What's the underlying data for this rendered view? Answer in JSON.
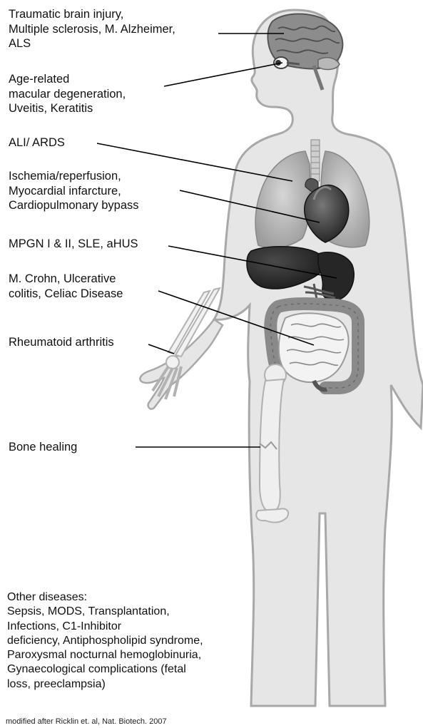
{
  "labels": {
    "brain": [
      "Traumatic brain injury,",
      "Multiple sclerosis, M. Alzheimer,",
      "ALS"
    ],
    "eye": [
      "Age-related",
      "macular degeneration,",
      "Uveitis, Keratitis"
    ],
    "lung": [
      "ALI/ ARDS"
    ],
    "heart": [
      "Ischemia/reperfusion,",
      "Myocardial infarcture,",
      "Cardiopulmonary bypass"
    ],
    "kidney": [
      "MPGN I & II, SLE, aHUS"
    ],
    "gut": [
      "M. Crohn, Ulcerative",
      "colitis, Celiac Disease"
    ],
    "joint": [
      "Rheumatoid arthritis"
    ],
    "bone": [
      "Bone healing"
    ]
  },
  "other_diseases": [
    "Other diseases:",
    "Sepsis, MODS, Transplantation,",
    "Infections, C1-Inhibitor",
    "deficiency, Antiphospholipid syndrome,",
    "Paroxysmal nocturnal hemoglobinuria,",
    "Gynaecological complications (fetal",
    "loss, preeclampsia)"
  ],
  "footer": "modified after Ricklin et. al, Nat. Biotech. 2007",
  "colors": {
    "body_fill": "#e6e6e6",
    "body_outline": "#a8a8a8",
    "organ_dark": "#333333",
    "leader_line": "#000000"
  }
}
